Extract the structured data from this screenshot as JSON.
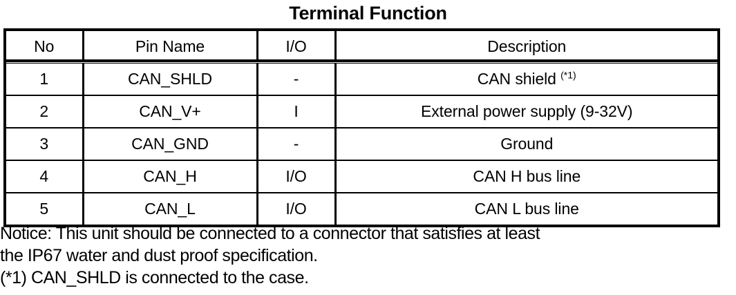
{
  "document": {
    "title": "Terminal Function"
  },
  "table": {
    "columns": [
      "No",
      "Pin Name",
      "I/O",
      "Description"
    ],
    "rows": [
      {
        "no": "1",
        "pin_name": "CAN_SHLD",
        "io": "-",
        "description": "CAN shield",
        "description_superscript": "(*1)"
      },
      {
        "no": "2",
        "pin_name": "CAN_V+",
        "io": "I",
        "description": "External power supply (9-32V)",
        "description_superscript": ""
      },
      {
        "no": "3",
        "pin_name": "CAN_GND",
        "io": "-",
        "description": "Ground",
        "description_superscript": ""
      },
      {
        "no": "4",
        "pin_name": "CAN_H",
        "io": "I/O",
        "description": "CAN H bus line",
        "description_superscript": ""
      },
      {
        "no": "5",
        "pin_name": "CAN_L",
        "io": "I/O",
        "description": "CAN L bus line",
        "description_superscript": ""
      }
    ]
  },
  "notice": {
    "lines": [
      "Notice: This unit should be connected to a connector that satisfies at least",
      "the IP67 water and dust proof specification.",
      "(*1) CAN_SHLD is connected to the case."
    ]
  },
  "colors": {
    "text": "#000000",
    "background": "#ffffff",
    "border": "#000000"
  }
}
